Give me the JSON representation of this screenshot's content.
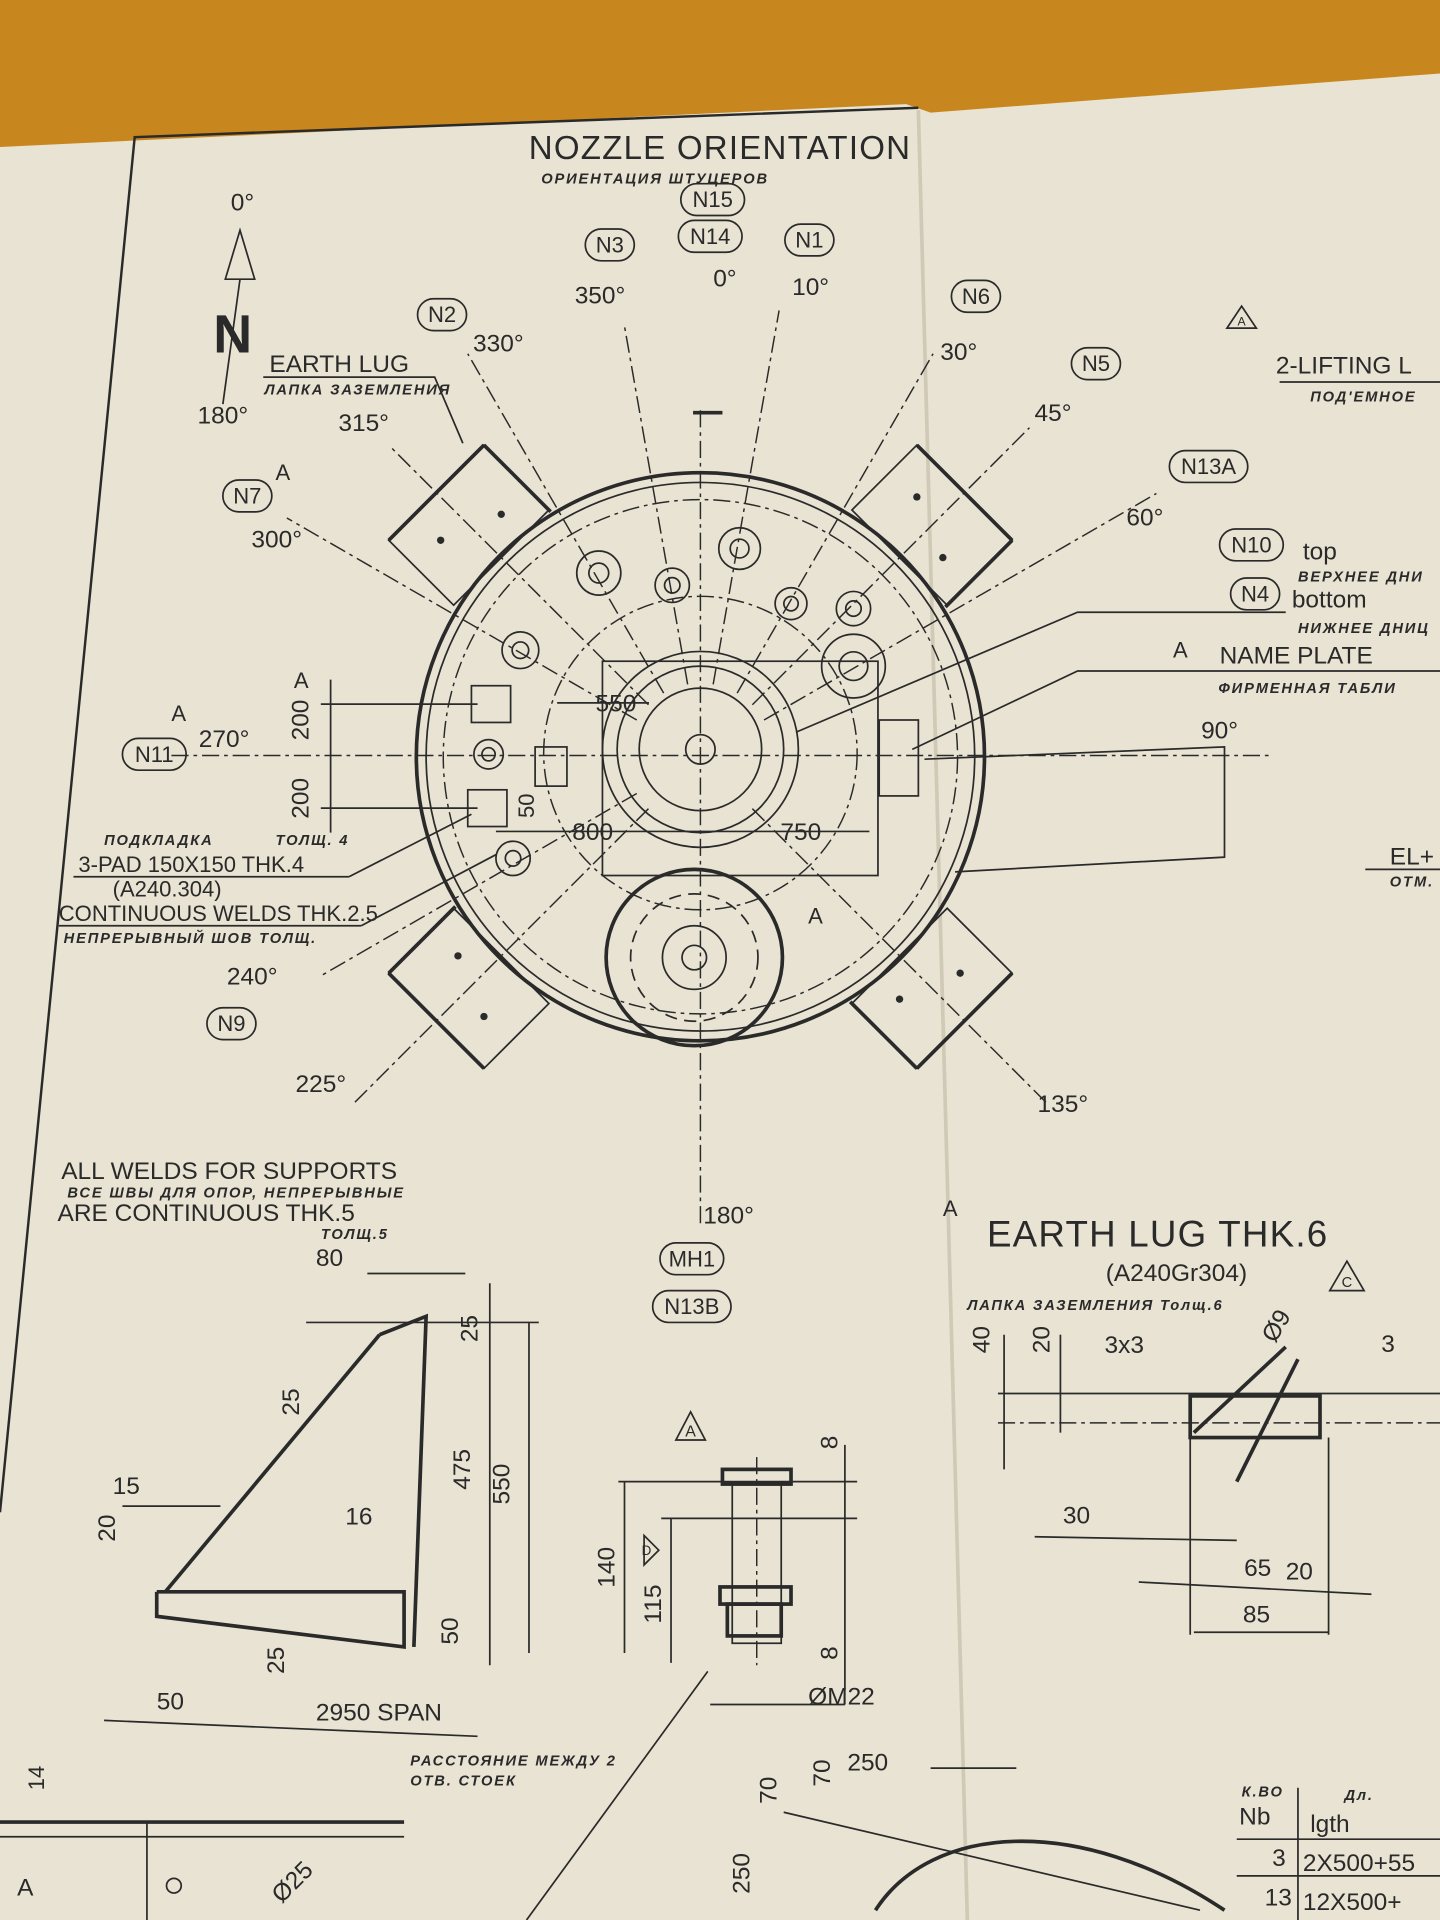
{
  "title": {
    "en": "NOZZLE ORIENTATION",
    "ru": "ОРИЕНТАЦИЯ ШТУЦЕРОВ"
  },
  "north": {
    "top_angle": "0°",
    "letter": "N",
    "bottom_angle": "180°"
  },
  "nozzles": [
    "N15",
    "N14",
    "N1",
    "N3",
    "N2",
    "N6",
    "N5",
    "N13A",
    "N10",
    "N4",
    "N7",
    "N11",
    "N9",
    "MH1",
    "N13B"
  ],
  "angles": [
    "350°",
    "0°",
    "10°",
    "330°",
    "30°",
    "45°",
    "315°",
    "60°",
    "300°",
    "270°",
    "90°",
    "240°",
    "225°",
    "135°",
    "180°"
  ],
  "earth_lug": {
    "label": "EARTH LUG",
    "ru": "ЛАПКА ЗАЗЕМЛЕНИЯ"
  },
  "n10_label": {
    "en": "top",
    "ru": "ВЕРХНЕЕ ДНИ"
  },
  "n4_label": {
    "en": "bottom",
    "ru": "НИЖНЕЕ ДНИЦ"
  },
  "name_plate": {
    "en": "NAME PLATE",
    "ru": "ФИРМЕННАЯ ТАБЛИ"
  },
  "lifting": {
    "en": "2-LIFTING L",
    "ru": "ПОД'ЕМНОЕ"
  },
  "rev_marks": [
    "A",
    "D",
    "C"
  ],
  "dims_plan": [
    "550",
    "800",
    "750",
    "200",
    "200",
    "50"
  ],
  "pad_note": {
    "ru_title": "ПОДКЛАДКА",
    "ru_thk": "ТОЛЩ. 4",
    "line1": "3-PAD 150X150 THK.4",
    "line2": "(A240.304)",
    "line3": "CONTINUOUS WELDS THK.2.5",
    "line3_ru": "НЕПРЕРЫВНЫЙ ШОВ   ТОЛЩ."
  },
  "elevation": {
    "en": "EL+",
    "ru": "ОТМ."
  },
  "welds_note": {
    "line1": "ALL WELDS FOR SUPPORTS",
    "ru1": "ВСЕ ШВЫ ДЛЯ ОПОР, НЕПРЕРЫВНЫЕ",
    "line2": "ARE CONTINUOUS THK.5",
    "ru2": "ТОЛЩ.5"
  },
  "support_detail": {
    "dims": [
      "80",
      "25",
      "25",
      "475",
      "550",
      "15",
      "20",
      "16",
      "25",
      "50",
      "50"
    ],
    "span": "2950 SPAN",
    "span_ru1": "РАССТОЯНИЕ МЕЖДУ 2",
    "span_ru2": "ОТВ. СТОЕК"
  },
  "bolt_detail": {
    "dims": [
      "8",
      "140",
      "115",
      "8"
    ],
    "thread": "ØM22"
  },
  "earth_lug_detail": {
    "title": "EARTH LUG THK.6",
    "material": "(A240Gr304)",
    "ru": "ЛАПКА ЗАЗЕМЛЕНИЯ Толщ.6",
    "dims": [
      "40",
      "20",
      "3x3",
      "Ø9",
      "3",
      "30",
      "65",
      "20",
      "85"
    ]
  },
  "bottom_dims": [
    "14",
    "70",
    "70",
    "250",
    "250",
    "Ø25"
  ],
  "table": {
    "col1_ru": "К.ВО",
    "col1": "Nb",
    "col2_ru": "Дл.",
    "col2": "lgth",
    "rows": [
      {
        "nb": "3",
        "lgth": "2X500+55"
      },
      {
        "nb": "13",
        "lgth": "12X500+"
      }
    ]
  }
}
